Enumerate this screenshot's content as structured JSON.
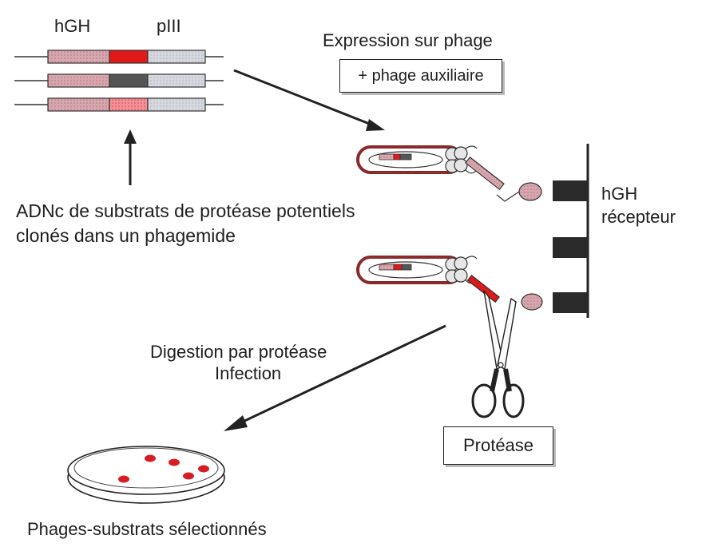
{
  "labels": {
    "hgh_top": "hGH",
    "piii_top": "pIII",
    "expression": "Expression sur phage",
    "helper_phage": "+ phage auxiliaire",
    "cdna_line1": "ADNc de substrats de protéase potentiels",
    "cdna_line2": "clonés dans un phagemide",
    "hgh_right": "hGH",
    "receptor": "récepteur",
    "digestion": "Digestion par protéase",
    "infection": "Infection",
    "protease": "Protéase",
    "selected": "Phages-substrats sélectionnés"
  },
  "constructs": [
    {
      "linker": "red"
    },
    {
      "linker": "dark-gray"
    },
    {
      "linker": "light-red-hatched"
    }
  ],
  "colors": {
    "hgh_segment": "#d9aab2",
    "piii_segment": "#cfd3da",
    "linker_red": "#e01919",
    "linker_gray": "#555555",
    "linker_light": "#f07f86",
    "phage_outline": "#8a2a2a",
    "protein_fill": "#e0b0b8",
    "receptor": "#2a2a2a",
    "colony": "#d81c22"
  }
}
